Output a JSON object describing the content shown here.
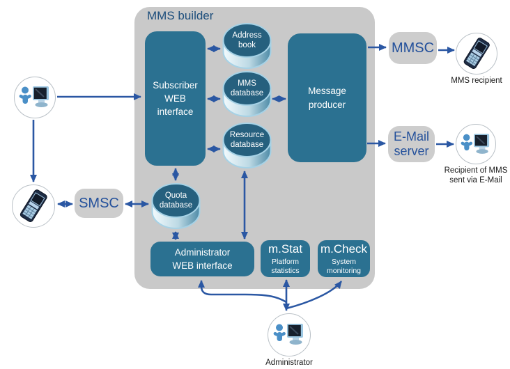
{
  "title": "MMS builder",
  "colors": {
    "box_teal": "#2b7191",
    "cylinder_top": "#26607e",
    "container_gray": "#c9c9c9",
    "side_box_gray": "#cdcdcd",
    "arrow_blue": "#2a57a3",
    "side_box_text": "#23509b",
    "title_text": "#1d4e7c"
  },
  "nodes": {
    "subscriber_web_interface": {
      "label": "Subscriber\nWEB\ninterface"
    },
    "address_book": {
      "label": "Address\nbook"
    },
    "mms_database": {
      "label": "MMS\ndatabase"
    },
    "resource_database": {
      "label": "Resource\ndatabase"
    },
    "quota_database": {
      "label": "Quota\ndatabase"
    },
    "message_producer": {
      "label": "Message\nproducer"
    },
    "administrator_web_interface": {
      "label": "Administrator\nWEB interface"
    },
    "m_stat": {
      "title": "m.Stat",
      "subtitle": "Platform\nstatistics"
    },
    "m_check": {
      "title": "m.Check",
      "subtitle": "System\nmonitoring"
    },
    "smsc": {
      "label": "SMSC"
    },
    "mmsc": {
      "label": "MMSC"
    },
    "email_server": {
      "label": "E-Mail\nserver"
    }
  },
  "actors": {
    "subscriber": {
      "icon": "person-computer-icon"
    },
    "subscriber_phone": {
      "icon": "mobile-phone-icon"
    },
    "mms_recipient": {
      "icon": "mobile-phone-icon",
      "label": "MMS recipient"
    },
    "email_recipient": {
      "icon": "person-computer-icon",
      "label": "Recipient of MMS\nsent via E-Mail"
    },
    "administrator": {
      "icon": "person-computer-icon",
      "label": "Administrator"
    }
  }
}
